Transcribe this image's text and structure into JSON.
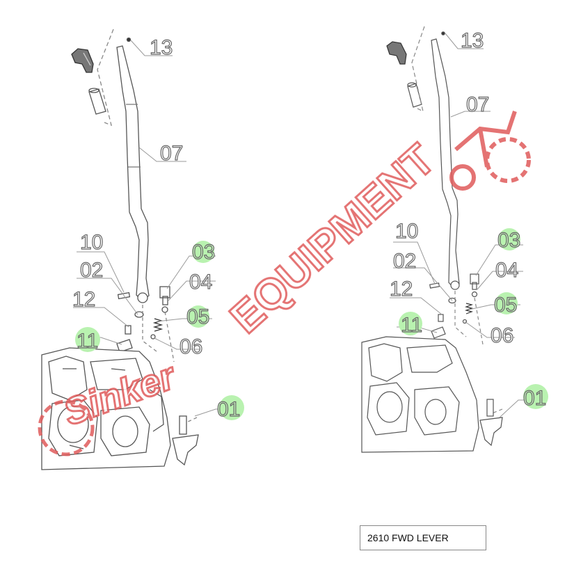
{
  "title_box": {
    "text": "2610  FWD LEVER"
  },
  "watermark": {
    "text": "EQUIPMENT",
    "prefix": "Sinker",
    "color": "#e05a5a"
  },
  "callouts_left": {
    "c13": "13",
    "c07": "07",
    "c10": "10",
    "c02": "02",
    "c12": "12",
    "c11": "11",
    "c03": "03",
    "c04": "04",
    "c05": "05",
    "c06": "06",
    "c01": "01"
  },
  "callouts_right": {
    "c13": "13",
    "c07": "07",
    "c10": "10",
    "c02": "02",
    "c12": "12",
    "c11": "11",
    "c03": "03",
    "c04": "04",
    "c05": "05",
    "c06": "06",
    "c01": "01"
  },
  "highlight_color": "#b9f2b0"
}
